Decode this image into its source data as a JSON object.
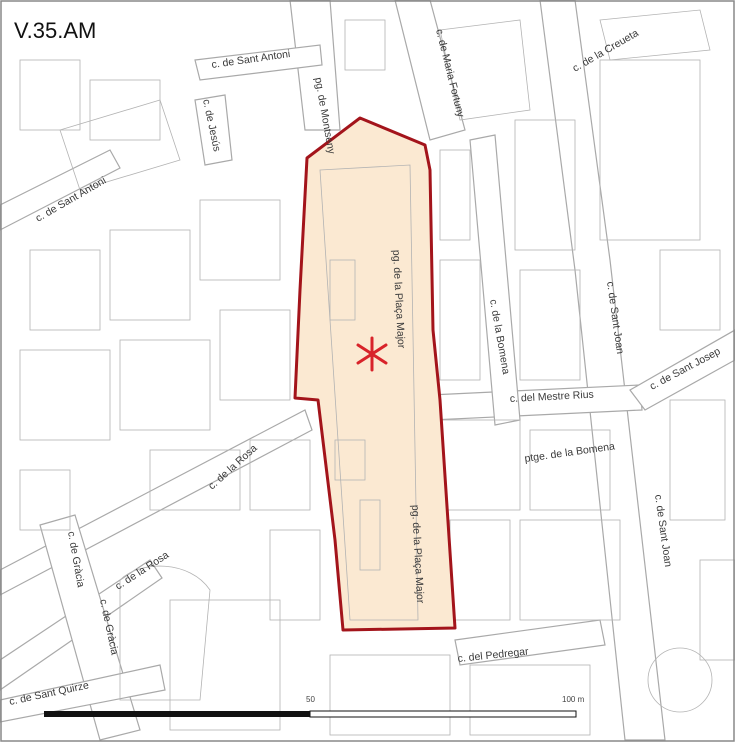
{
  "map": {
    "code": "V.35.AM",
    "area_fill": "#fbe9d2",
    "area_stroke": "#a3141b",
    "marker_color": "#d8232a",
    "marker_icon": "asterisk-marker",
    "streets": {
      "sant_antoni_top": "c. de Sant Antoni",
      "montseny": "pg. de Montseny",
      "maria_fortuny": "c. de Maria Fortuny",
      "creueta": "c. de la Creueta",
      "jesus": "c. de Jesús",
      "sant_antoni_left": "c. de Sant Antoni",
      "placa_major_1": "pg. de la Plaça Major",
      "placa_major_2": "pg. de la Plaça Major",
      "bomena_c": "c. de la Bomena",
      "sant_joan_1": "c. de Sant Joan",
      "sant_josep": "c. de Sant Josep",
      "mestre_rius": "c. del Mestre Rius",
      "bomena_ptge": "ptge. de la Bomena",
      "rosa_1": "c. de la Rosa",
      "rosa_2": "c. de la Rosa",
      "gracia_1": "c. de Gràcia",
      "gracia_2": "c. de Gràcia",
      "sant_joan_2": "c. de Sant Joan",
      "pedregar": "c. del Pedregar",
      "sant_quirze": "c. de Sant Quirze"
    },
    "scale": {
      "mid_label": "50",
      "end_label": "100 m"
    }
  }
}
